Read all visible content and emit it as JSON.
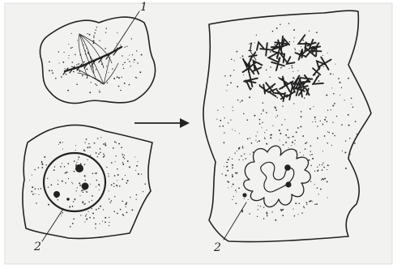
{
  "labels": {
    "metaphase_chromosomes": "1",
    "interphase_nucleus": "2",
    "fused_chromosome_cluster": "1",
    "fused_nucleus": "2"
  },
  "colors": {
    "ink": "#222222",
    "paper": "#f2f2f0",
    "background": "#ffffff"
  }
}
